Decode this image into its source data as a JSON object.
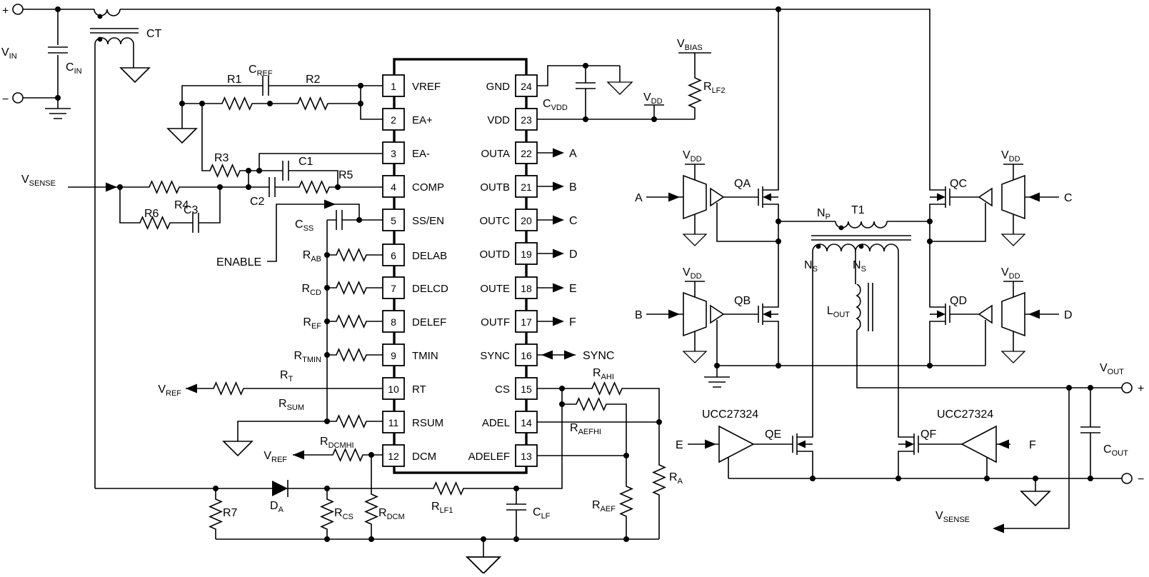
{
  "ic": {
    "left_pins": [
      {
        "num": "1",
        "name": "VREF"
      },
      {
        "num": "2",
        "name": "EA+"
      },
      {
        "num": "3",
        "name": "EA-"
      },
      {
        "num": "4",
        "name": "COMP"
      },
      {
        "num": "5",
        "name": "SS/EN"
      },
      {
        "num": "6",
        "name": "DELAB"
      },
      {
        "num": "7",
        "name": "DELCD"
      },
      {
        "num": "8",
        "name": "DELEF"
      },
      {
        "num": "9",
        "name": "TMIN"
      },
      {
        "num": "10",
        "name": "RT"
      },
      {
        "num": "11",
        "name": "RSUM"
      },
      {
        "num": "12",
        "name": "DCM"
      }
    ],
    "right_pins": [
      {
        "num": "24",
        "name": "GND"
      },
      {
        "num": "23",
        "name": "VDD"
      },
      {
        "num": "22",
        "name": "OUTA"
      },
      {
        "num": "21",
        "name": "OUTB"
      },
      {
        "num": "20",
        "name": "OUTC"
      },
      {
        "num": "19",
        "name": "OUTD"
      },
      {
        "num": "18",
        "name": "OUTE"
      },
      {
        "num": "17",
        "name": "OUTF"
      },
      {
        "num": "16",
        "name": "SYNC"
      },
      {
        "num": "15",
        "name": "CS"
      },
      {
        "num": "14",
        "name": "ADEL"
      },
      {
        "num": "13",
        "name": "ADELEF"
      }
    ]
  },
  "labels": {
    "plus": "+",
    "minus": "−",
    "vin": {
      "main": "V",
      "sub": "IN"
    },
    "cin": {
      "main": "C",
      "sub": "IN"
    },
    "ct": "CT",
    "vsense": {
      "main": "V",
      "sub": "SENSE"
    },
    "cref": {
      "main": "C",
      "sub": "REF"
    },
    "r1": "R1",
    "r2": "R2",
    "r3": "R3",
    "r4": "R4",
    "r5": "R5",
    "r6": "R6",
    "r7": "R7",
    "c1": "C1",
    "c2": "C2",
    "c3": "C3",
    "css": {
      "main": "C",
      "sub": "SS"
    },
    "enable": "ENABLE",
    "rab": {
      "main": "R",
      "sub": "AB"
    },
    "rcd": {
      "main": "R",
      "sub": "CD"
    },
    "ref": {
      "main": "R",
      "sub": "EF"
    },
    "rtmin": {
      "main": "R",
      "sub": "TMIN"
    },
    "rt": {
      "main": "R",
      "sub": "T"
    },
    "vref": {
      "main": "V",
      "sub": "REF"
    },
    "rsum": {
      "main": "R",
      "sub": "SUM"
    },
    "rdcmhi": {
      "main": "R",
      "sub": "DCMHI"
    },
    "rdcm": {
      "main": "R",
      "sub": "DCM"
    },
    "rcs": {
      "main": "R",
      "sub": "CS"
    },
    "da": {
      "main": "D",
      "sub": "A"
    },
    "rlf1": {
      "main": "R",
      "sub": "LF1"
    },
    "clf": {
      "main": "C",
      "sub": "LF"
    },
    "rahi": {
      "main": "R",
      "sub": "AHI"
    },
    "raefhi": {
      "main": "R",
      "sub": "AEFHI"
    },
    "ra": {
      "main": "R",
      "sub": "A"
    },
    "raef": {
      "main": "R",
      "sub": "AEF"
    },
    "sync": "SYNC",
    "outputs": [
      "A",
      "B",
      "C",
      "D",
      "E",
      "F"
    ],
    "cvdd": {
      "main": "C",
      "sub": "VDD"
    },
    "vdd": {
      "main": "V",
      "sub": "DD"
    },
    "vbias": {
      "main": "V",
      "sub": "BIAS"
    },
    "rlf2": {
      "main": "R",
      "sub": "LF2"
    },
    "qa": "QA",
    "qb": "QB",
    "qc": "QC",
    "qd": "QD",
    "qe": "QE",
    "qf": "QF",
    "np": {
      "main": "N",
      "sub": "P"
    },
    "t1": "T1",
    "ns": {
      "main": "N",
      "sub": "S"
    },
    "lout": {
      "main": "L",
      "sub": "OUT"
    },
    "ucc": "UCC27324",
    "vout": {
      "main": "V",
      "sub": "OUT"
    },
    "cout": {
      "main": "C",
      "sub": "OUT"
    }
  },
  "colors": {
    "line": "#000000",
    "background": "#ffffff"
  }
}
